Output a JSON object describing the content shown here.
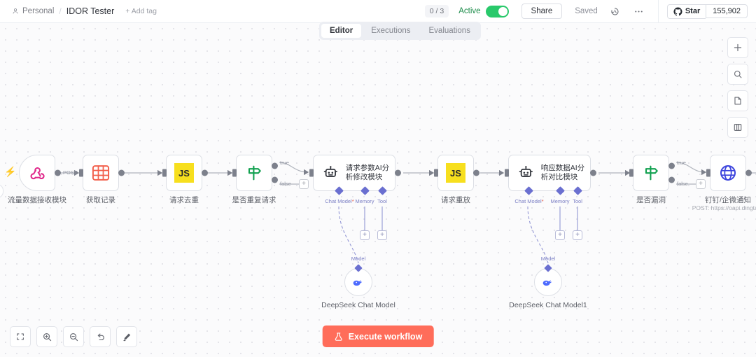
{
  "topbar": {
    "workspace": "Personal",
    "workflow_name": "IDOR Tester",
    "add_tag": "+ Add tag",
    "exec_count": "0 / 3",
    "active_label": "Active",
    "share_label": "Share",
    "saved_label": "Saved",
    "history_icon": "history-icon",
    "more_icon": "ellipsis-icon",
    "github_star_label": "Star",
    "github_star_count": "155,902",
    "accent_color": "#ff6d5a",
    "active_color": "#29c96b"
  },
  "tabs": [
    {
      "label": "Editor",
      "active": true
    },
    {
      "label": "Executions",
      "active": false
    },
    {
      "label": "Evaluations",
      "active": false
    }
  ],
  "nodes": [
    {
      "label": "流量数据接收模块",
      "icon": "webhook-icon",
      "out_tag": "POST"
    },
    {
      "label": "获取记录",
      "icon": "table-icon"
    },
    {
      "label": "请求去重",
      "icon": "js-icon",
      "icon_text": "JS"
    },
    {
      "label": "是否重复请求",
      "icon": "if-signpost-icon",
      "out_true": "true",
      "out_false": "false"
    },
    {
      "label": "请求参数AI分析修改模块",
      "icon": "ai-agent-icon",
      "sub": [
        {
          "label": "Chat Model",
          "required": true
        },
        {
          "label": "Memory",
          "required": false
        },
        {
          "label": "Tool",
          "required": false
        }
      ]
    },
    {
      "label": "请求重放",
      "icon": "js-icon",
      "icon_text": "JS"
    },
    {
      "label": "响应数据AI分析对比模块",
      "icon": "ai-agent-icon",
      "sub": [
        {
          "label": "Chat Model",
          "required": true
        },
        {
          "label": "Memory",
          "required": false
        },
        {
          "label": "Tool",
          "required": false
        }
      ]
    },
    {
      "label": "是否漏洞",
      "icon": "if-signpost-icon",
      "out_true": "true",
      "out_false": "false"
    },
    {
      "label": "钉钉/企微通知",
      "icon": "globe-http-icon",
      "sublabel": "POST: https://oapi.dingtalk."
    }
  ],
  "model_nodes": [
    {
      "label": "DeepSeek Chat Model",
      "port_label": "Model",
      "icon": "deepseek-whale-icon"
    },
    {
      "label": "DeepSeek Chat Model1",
      "port_label": "Model",
      "icon": "deepseek-whale-icon"
    }
  ],
  "right_tools": [
    {
      "name": "add-node-button",
      "icon": "plus-icon"
    },
    {
      "name": "search-nodes-button",
      "icon": "search-icon"
    },
    {
      "name": "add-sticky-note-button",
      "icon": "note-icon"
    },
    {
      "name": "toggle-panel-button",
      "icon": "panel-icon"
    }
  ],
  "bottom_tools": [
    {
      "name": "zoom-to-fit-button",
      "icon": "fit-screen-icon"
    },
    {
      "name": "zoom-in-button",
      "icon": "zoom-in-icon"
    },
    {
      "name": "zoom-out-button",
      "icon": "zoom-out-icon"
    },
    {
      "name": "reset-zoom-button",
      "icon": "undo-icon"
    },
    {
      "name": "tidy-up-button",
      "icon": "tidy-up-icon"
    }
  ],
  "execute": {
    "label": "Execute workflow",
    "icon": "flask-icon"
  }
}
